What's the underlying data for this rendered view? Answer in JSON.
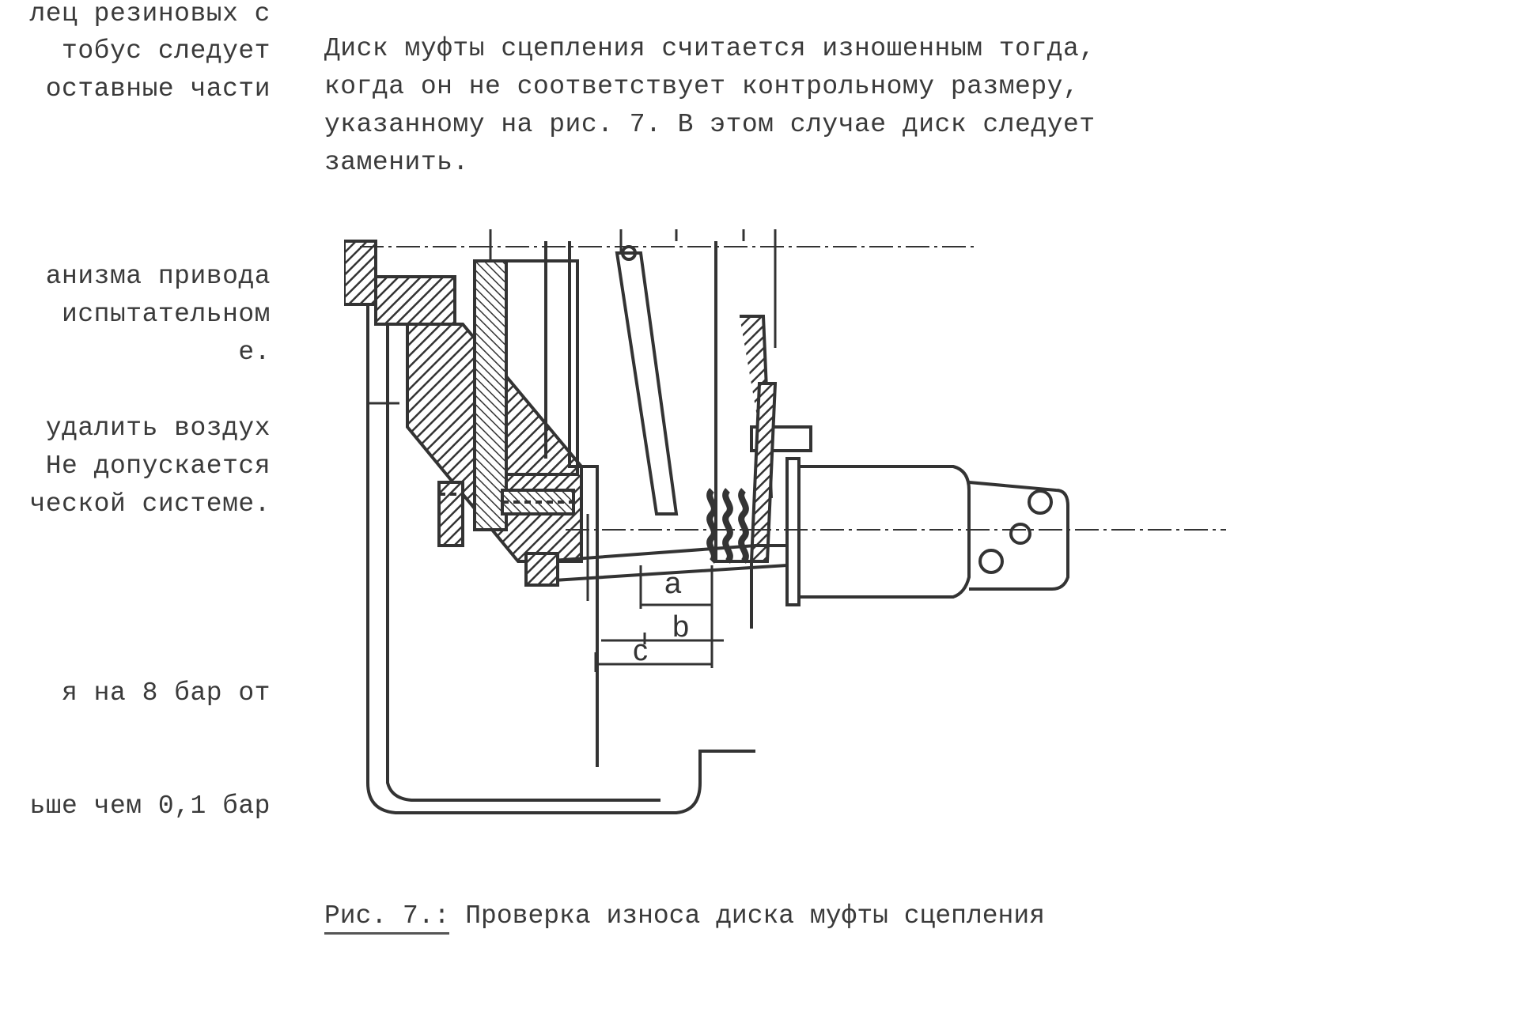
{
  "left_column": {
    "block1": [
      "лец резиновых с",
      "тобус следует",
      "оставные части"
    ],
    "block2": [
      "анизма привода",
      "испытательном",
      "е."
    ],
    "block3": [
      "удалить воздух",
      "Не допускается",
      "ческой системе."
    ],
    "block4": [
      "я на 8 бар от"
    ],
    "block5": [
      "ьше чем 0,1 бар"
    ]
  },
  "right_column": {
    "paragraph": [
      "Диск муфты сцепления считается изношенным тогда,",
      "когда он не соответствует контрольному размеру,",
      "указанному на рис. 7. В этом случае диск следует",
      "заменить."
    ]
  },
  "figure": {
    "dimension_labels": {
      "a": "a",
      "b": "b",
      "c": "c"
    }
  },
  "caption": {
    "label": "Рис. 7.:",
    "text": " Проверка износа диска муфты сцепления"
  }
}
